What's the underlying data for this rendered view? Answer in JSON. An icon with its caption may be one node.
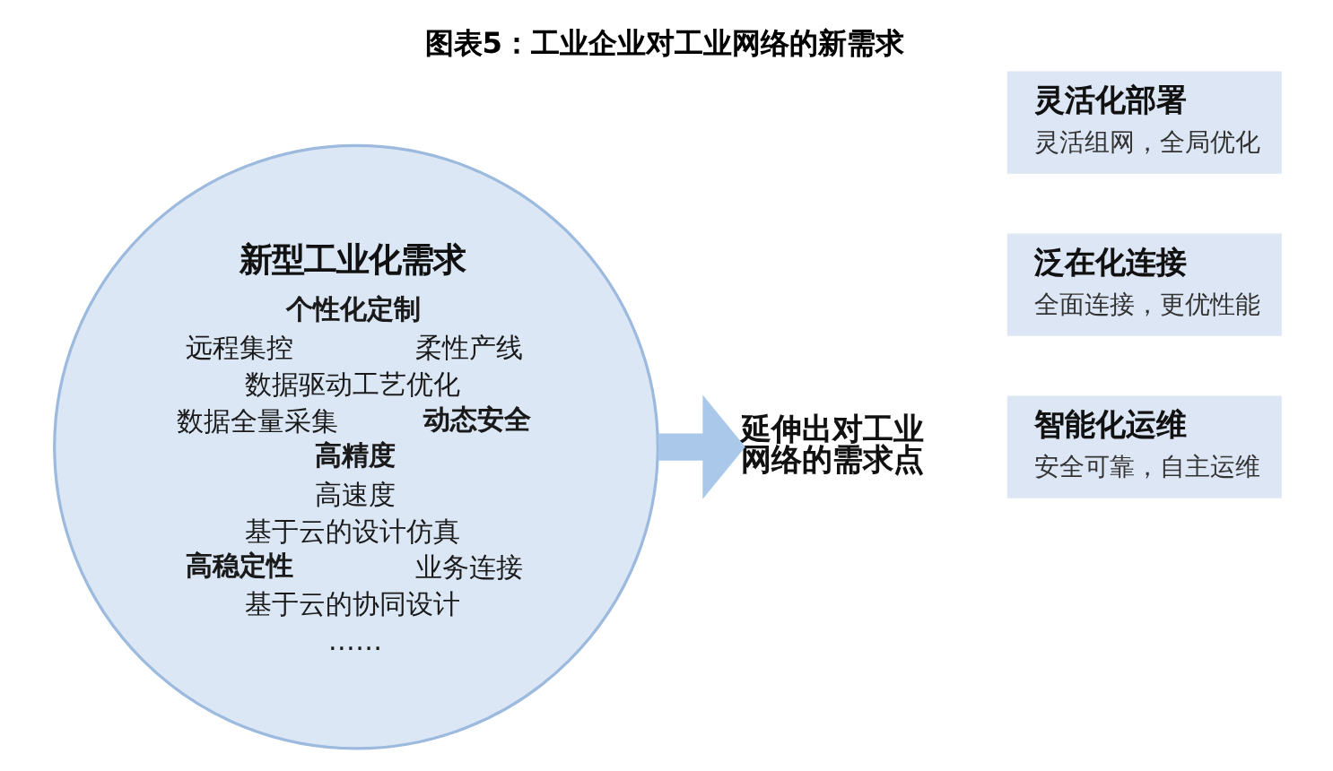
{
  "diagram": {
    "title": "图表5：工业企业对工业网络的新需求",
    "nodes": [
      {
        "text": [
          "新型工业化需求",
          "个性化定制",
          "远程集控",
          "柔性产线",
          "数据驱动工艺优化",
          "数据全量采集",
          "动态安全",
          "高精度",
          "高速度",
          "基于云的设计仿真",
          "高稳定性",
          "业务连接",
          "基于云的协同设计",
          "……"
        ]
      },
      {
        "text": [
          "延伸出对工业网络的需求点"
        ]
      },
      {
        "text": [
          "灵活化部署",
          "灵活组网，全局优化"
        ]
      },
      {
        "text": [
          "泛在化连接",
          "全面连接，更优性能"
        ]
      },
      {
        "text": [
          "智能化运维",
          "安全可靠，自主运维"
        ]
      }
    ],
    "edges": [
      {
        "from": 0,
        "to": 1,
        "arrow": "to"
      }
    ]
  }
}
